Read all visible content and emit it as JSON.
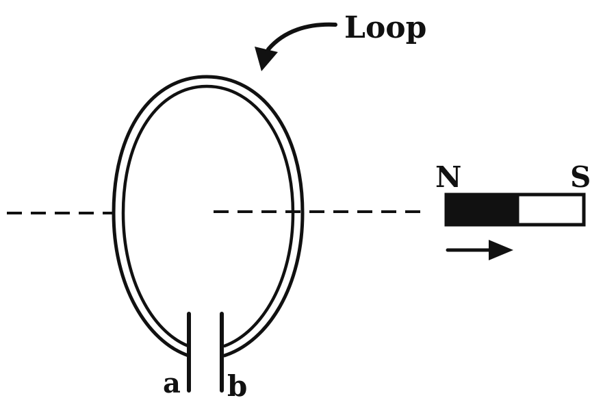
{
  "labels": {
    "loop": "Loop",
    "north": "N",
    "south": "S",
    "terminal_a": "a",
    "terminal_b": "b"
  },
  "colors": {
    "ink": "#111111",
    "background": "#ffffff",
    "magnet_north_fill": "#111111",
    "magnet_south_fill": "#ffffff"
  },
  "motion": {
    "direction": "right"
  }
}
